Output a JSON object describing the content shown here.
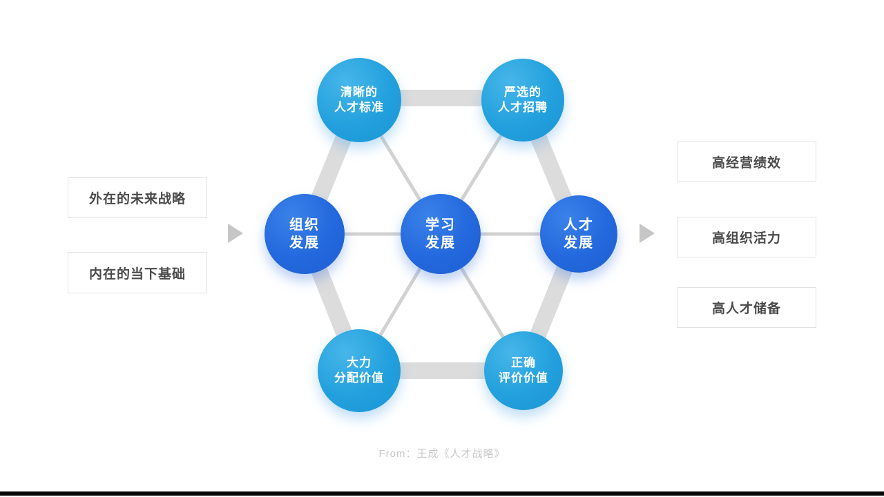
{
  "diagram": {
    "inputs": [
      {
        "label": "外在的未来战略"
      },
      {
        "label": "内在的当下基础"
      }
    ],
    "outputs": [
      {
        "label": "高经营绩效"
      },
      {
        "label": "高组织活力"
      },
      {
        "label": "高人才储备"
      }
    ],
    "nodes": {
      "top_left": {
        "line1": "清晰的",
        "line2": "人才标准"
      },
      "top_right": {
        "line1": "严选的",
        "line2": "人才招聘"
      },
      "left": {
        "line1": "组织",
        "line2": "发展"
      },
      "center": {
        "line1": "学习",
        "line2": "发展"
      },
      "right": {
        "line1": "人才",
        "line2": "发展"
      },
      "bottom_left": {
        "line1": "大力",
        "line2": "分配价值"
      },
      "bottom_right": {
        "line1": "正确",
        "line2": "评价价值"
      }
    },
    "footer": "From：王成《人才战略》",
    "colors": {
      "royal_blue": "#2368dd",
      "sky_blue": "#22a0dd",
      "edge_gray": "#dcdcdc",
      "spoke_gray": "#d2d2d2",
      "arrow_gray": "#c6c6c6"
    }
  }
}
